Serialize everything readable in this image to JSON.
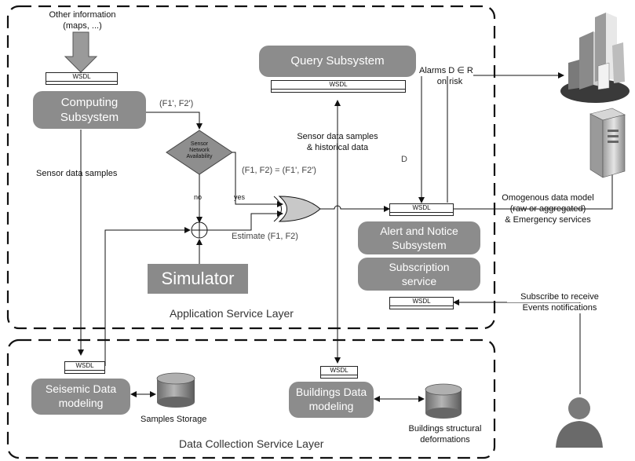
{
  "inputs": {
    "other_info": "Other information",
    "maps": "(maps, ...)"
  },
  "wsdl": "WSDL",
  "subsystems": {
    "computing_1": "Computing",
    "computing_2": "Subsystem",
    "query": "Query Subsystem",
    "alert_1": "Alert and Notice",
    "alert_2": "Subsystem",
    "subscription_1": "Subscription",
    "subscription_2": "service",
    "simulator": "Simulator",
    "seismic_1": "Seisemic Data",
    "seismic_2": "modeling",
    "buildings_1": "Buildings Data",
    "buildings_2": "modeling"
  },
  "decision": {
    "line1": "Sensor",
    "line2": "Network",
    "line3": "Availability",
    "no": "no",
    "yes": "yes"
  },
  "edge_labels": {
    "f1f2_prime": "(F1', F2')",
    "f1f2_equal": "(F1, F2) = (F1', F2')",
    "estimate": "Estimate (F1, F2)",
    "sensor_samples": "Sensor data samples",
    "sensor_hist_1": "Sensor data samples",
    "sensor_hist_2": "& historical data",
    "d": "D",
    "alarms_1": "Alarms D ∈ R",
    "alarms_2": "on risk",
    "omog_1": "Omogenous data model",
    "omog_2": "(raw or aggregated)",
    "omog_3": "& Emergency services",
    "subscribe_1": "Subscribe to receive",
    "subscribe_2": "Events notifications",
    "samples_storage": "Samples Storage",
    "buildings_def_1": "Buildings structural",
    "buildings_def_2": "deformations"
  },
  "layers": {
    "application": "Application Service Layer",
    "data_collection": "Data Collection Service Layer"
  },
  "icons": [
    "city-icon",
    "server-icon",
    "user-icon",
    "database-icon"
  ]
}
